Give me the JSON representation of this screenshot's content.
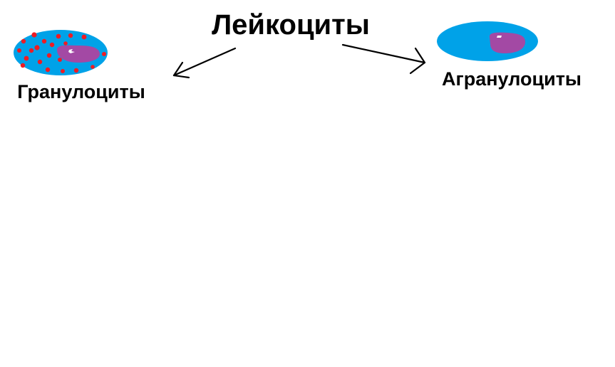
{
  "diagram": {
    "title": "Лейкоциты",
    "nodes": [
      {
        "id": "granulocytes",
        "label": "Гранулоциты",
        "has_granules": true
      },
      {
        "id": "agranulocytes",
        "label": "Агранулоциты",
        "has_granules": false
      }
    ],
    "edges": [
      {
        "from": "title",
        "to": "granulocytes"
      },
      {
        "from": "title",
        "to": "agranulocytes"
      }
    ]
  },
  "colors": {
    "background": "#ffffff",
    "cytoplasm": "#00a2e8",
    "nucleus": "#a349a4",
    "granule": "#ed1c24",
    "nucleolus": "#ffffff",
    "arrow": "#000000",
    "text": "#000000"
  }
}
